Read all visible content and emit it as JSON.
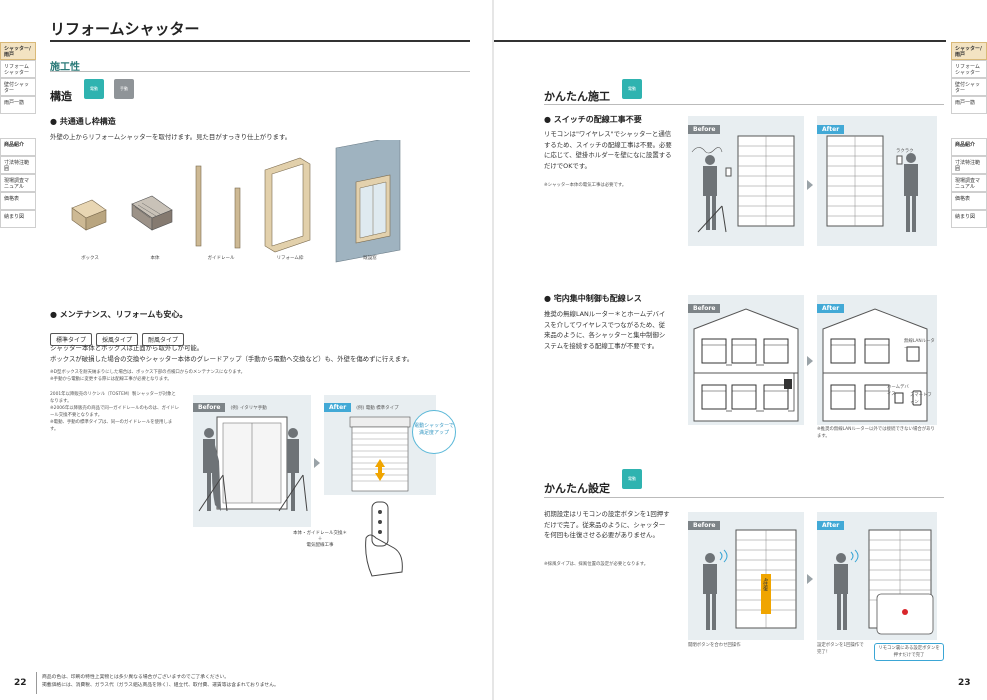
{
  "left": {
    "title": "リフォームシャッター",
    "tabs": [
      {
        "label": "シャッター/雨戸",
        "active": true
      },
      {
        "label": "リフォームシャッター",
        "active": false
      },
      {
        "label": "壁付シャッター",
        "active": false
      },
      {
        "label": "雨戸一筋",
        "active": false
      }
    ],
    "tabs2": [
      {
        "label": "商品紹介",
        "active": false
      },
      {
        "label": "寸法特注範囲",
        "active": false
      },
      {
        "label": "現場調査マニュアル",
        "active": false
      },
      {
        "label": "価格表",
        "active": false
      },
      {
        "label": "納まり図",
        "active": false
      }
    ],
    "section": "施工性",
    "structure_heading": "構造",
    "badge_electric": "電動",
    "badge_manual": "手動",
    "bullet1": "共通通し枠構造",
    "bullet1_text": "外壁の上からリフォームシャッターを取付けます。見た目がすっきり仕上がります。",
    "parts": [
      "ボックス",
      "本体",
      "ガイドレール",
      "リフォーム枠",
      "既設窓"
    ],
    "bullet2": "メンテナンス、リフォームも安心。",
    "types": [
      "標準タイプ",
      "採風タイプ",
      "耐風タイプ"
    ],
    "bullet2_text1": "シャッター本体とボックスは正面から取外しが可能。",
    "bullet2_text2": "ボックスが破損した場合の交換やシャッター本体のグレードアップ（手動から電動へ交換など）も、外壁を傷めずに行えます。",
    "notes": [
      "※D型ボックスを耐天納まりにした場合は、ボックス下部の点検口からのメンテナンスになります。",
      "※手動から電動に変更する際には配線工事が必要となります。"
    ],
    "notes2": [
      "2001年以降販売のリクシル（TOSTEM）製シャッターが対象となります。",
      "※2006年以降販売の商品で同一ガイドレールのものは、ガイドレール交換不要となります。",
      "※電動、手動の標準タイプは、同一のガイドレールを使用します。"
    ],
    "before_label": "Before",
    "before_desc": "(例) イタリヤ手動",
    "after_label": "After",
    "after_desc": "(例) 電動 標準タイプ",
    "bubble": "電動シャッターで満足度アップ",
    "caption": "本体・ガイドレール交換＊\n＋\n電気配線工事",
    "page_number": "22",
    "footer": [
      "商品の色は、印刷の特性上実物とは多少異なる場合がございますのでご了承ください。",
      "掲載価格には、消費税、ガラス代（ガラス組込商品を除く）、組立代、取付費、運賃等は含まれておりません。"
    ]
  },
  "right": {
    "tabs": [
      {
        "label": "シャッター/雨戸",
        "active": true
      },
      {
        "label": "リフォームシャッター",
        "active": false
      },
      {
        "label": "壁付シャッター",
        "active": false
      },
      {
        "label": "雨戸一筋",
        "active": false
      }
    ],
    "tabs2": [
      {
        "label": "商品紹介",
        "active": false
      },
      {
        "label": "寸法特注範囲",
        "active": false
      },
      {
        "label": "現場調査マニュアル",
        "active": false
      },
      {
        "label": "価格表",
        "active": false
      },
      {
        "label": "納まり図",
        "active": false
      }
    ],
    "easy_install": "かんたん施工",
    "badge_electric": "電動",
    "s1_title": "スイッチの配線工事不要",
    "s1_text": "リモコンは\"ワイヤレス\"でシャッターと通信するため、スイッチの配線工事は不要。必要に応じて、壁掛ホルダーを壁になに設置するだけでOKです。",
    "s1_note": "※シャッター本体の電気工事は必要です。",
    "s2_title": "宅内集中制御も配線レス",
    "s2_text": "推奨の無線LANルーター＊とホームデバイスを介してワイヤレスでつながるため、従来品のように、各シャッターと集中制御システムを接続する配線工事が不要です。",
    "s2_note": "※推奨の無線LANルーター以外では接続できない場合があります。",
    "router_label": "無線LANルーター",
    "device_label": "ホームデバイス",
    "phone_label": "スマートフォン",
    "easy_setup": "かんたん設定",
    "s3_text": "初期設定はリモコンの設定ボタンを1回押すだけで完了。従来品のように、シャッターを何回も往復させる必要がありません。",
    "s3_note": "※採風タイプは、採風位置の設定が必要となります。",
    "before_label": "Before",
    "after_label": "After",
    "s3_before_caption": "開閉ボタンを合わせ回操作",
    "s3_after_caption": "設定ボタンを1回操作で完了！",
    "s3_callout": "リモコン裏にある設定ボタンを押すだけで完了",
    "s3_updown": "4往復",
    "rakuraku": "ラクラク",
    "page_number": "23"
  }
}
